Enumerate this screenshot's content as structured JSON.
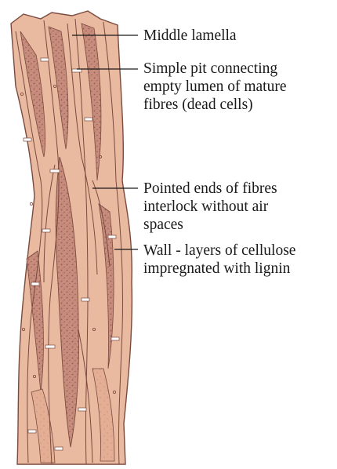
{
  "colors": {
    "fibre_fill": "#e9b9a0",
    "fibre_shade": "#d99c82",
    "lumen_fill": "#c98f82",
    "stipple": "#8e5a52",
    "outline": "#7a4a3f",
    "pit": "#ffffff",
    "leader": "#1a1a1a"
  },
  "labels": [
    {
      "id": "middle-lamella",
      "lines": [
        "Middle lamella"
      ]
    },
    {
      "id": "simple-pit",
      "lines": [
        "Simple pit connecting",
        "empty lumen of mature",
        "fibres (dead cells)"
      ]
    },
    {
      "id": "pointed-ends",
      "lines": [
        "Pointed ends of fibres",
        "interlock without air",
        "spaces"
      ]
    },
    {
      "id": "wall-layers",
      "lines": [
        "Wall - layers of cellulose",
        "impregnated with lignin"
      ]
    }
  ]
}
